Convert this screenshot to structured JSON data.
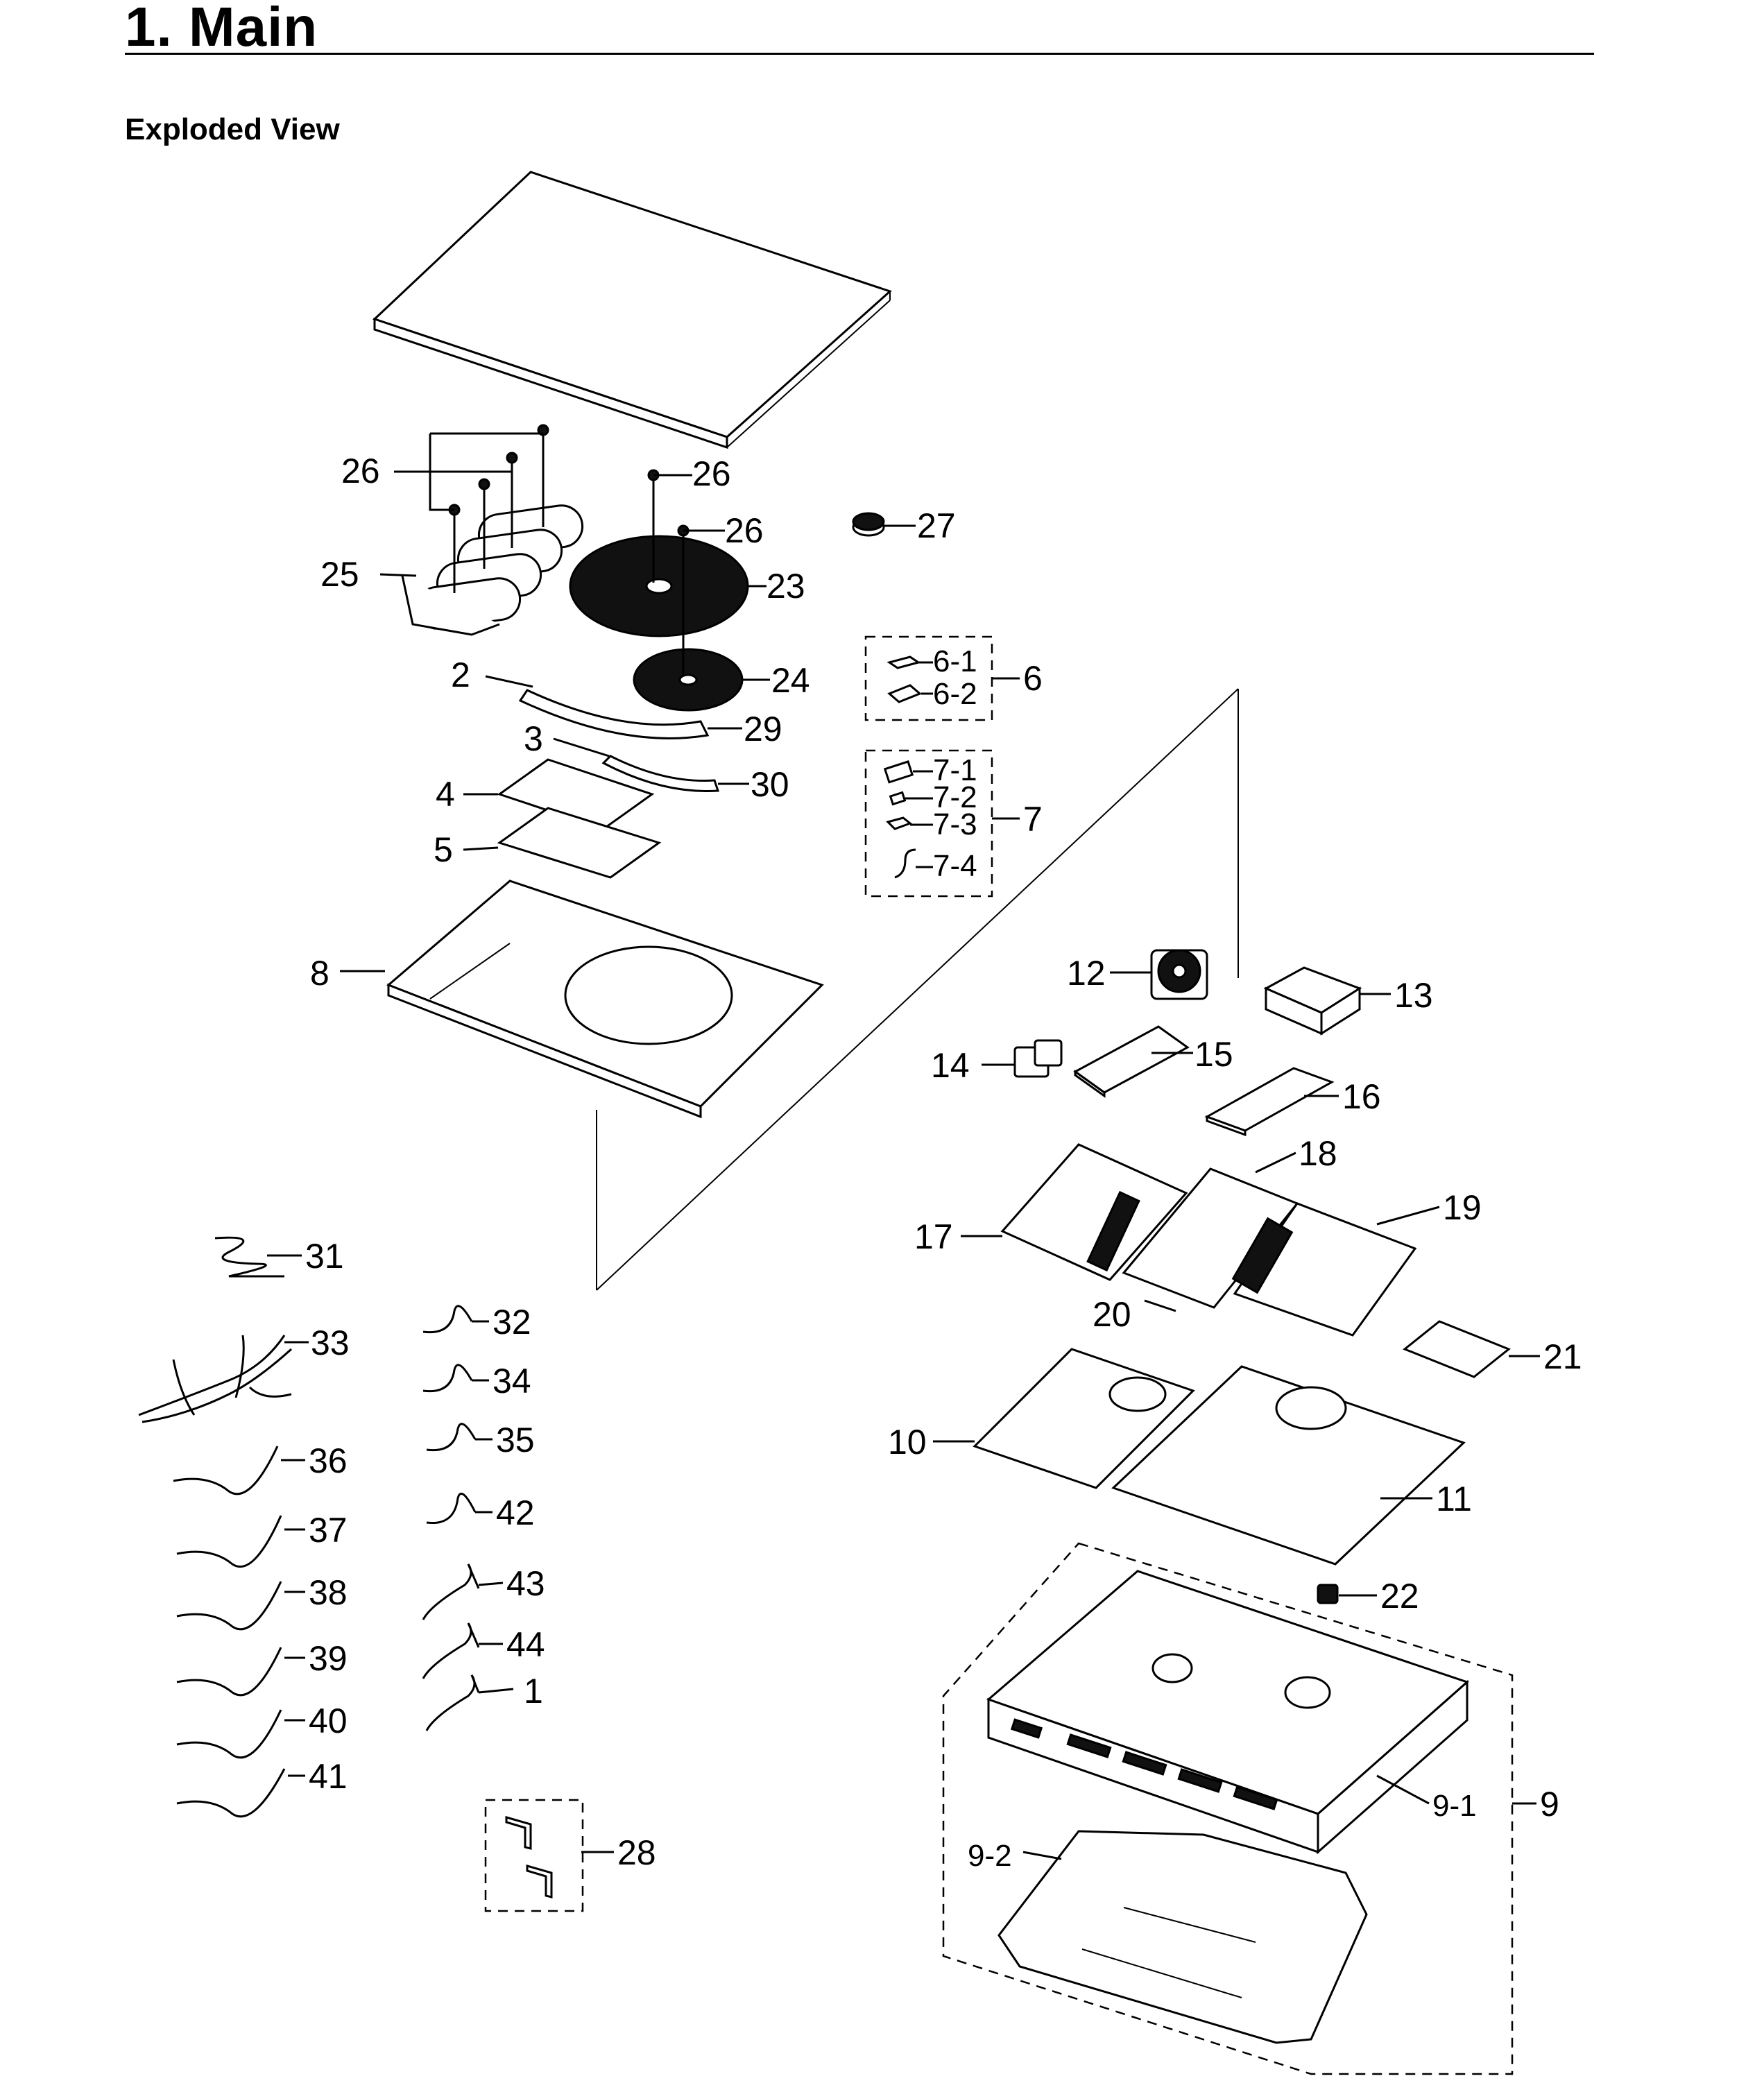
{
  "page": {
    "title": "1.  Main",
    "section_title": "Exploded View"
  },
  "callouts": {
    "c1": "1",
    "c2": "2",
    "c3": "3",
    "c4": "4",
    "c5": "5",
    "c6": "6",
    "c6_1": "6-1",
    "c6_2": "6-2",
    "c7": "7",
    "c7_1": "7-1",
    "c7_2": "7-2",
    "c7_3": "7-3",
    "c7_4": "7-4",
    "c8": "8",
    "c9": "9",
    "c9_1": "9-1",
    "c9_2": "9-2",
    "c10": "10",
    "c11": "11",
    "c12": "12",
    "c13": "13",
    "c14": "14",
    "c15": "15",
    "c16": "16",
    "c17": "17",
    "c18": "18",
    "c19": "19",
    "c20": "20",
    "c21": "21",
    "c22": "22",
    "c23": "23",
    "c24": "24",
    "c25": "25",
    "c26a": "26",
    "c26b": "26",
    "c26c": "26",
    "c27": "27",
    "c28": "28",
    "c29": "29",
    "c30": "30",
    "c31": "31",
    "c32": "32",
    "c33": "33",
    "c34": "34",
    "c35": "35",
    "c36": "36",
    "c37": "37",
    "c38": "38",
    "c39": "39",
    "c40": "40",
    "c41": "41",
    "c42": "42",
    "c43": "43",
    "c44": "44"
  }
}
